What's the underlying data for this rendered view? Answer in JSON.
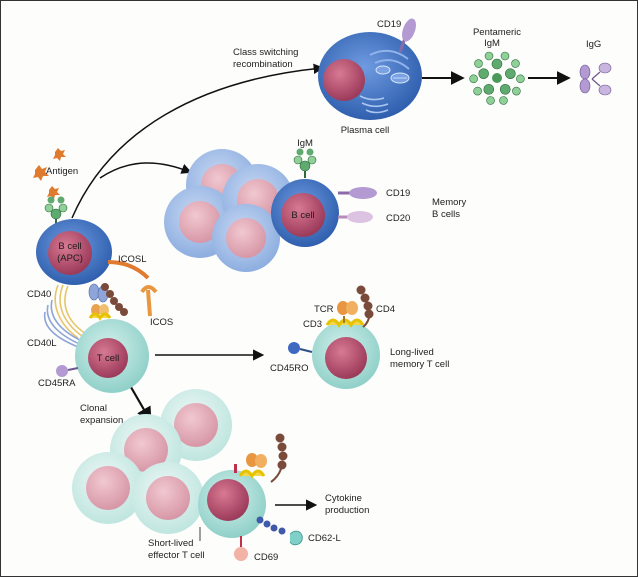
{
  "labels": {
    "class_switching_1": "Class switching",
    "class_switching_2": "recombination",
    "plasma_cell": "Plasma cell",
    "cd19_top": "CD19",
    "pentameric_1": "Pentameric",
    "pentameric_2": "IgM",
    "igg": "IgG",
    "antigen": "Antigen",
    "igm": "IgM",
    "b_cell": "B cell",
    "cd19_mem": "CD19",
    "cd20": "CD20",
    "memory_b_1": "Memory",
    "memory_b_2": "B cells",
    "b_cell_apc_1": "B cell",
    "b_cell_apc_2": "(APC)",
    "icosl": "ICOSL",
    "icos": "ICOS",
    "cd40": "CD40",
    "cd40l": "CD40L",
    "t_cell": "T cell",
    "cd45ra": "CD45RA",
    "tcr": "TCR",
    "cd4": "CD4",
    "cd3": "CD3",
    "long_lived_1": "Long-lived",
    "long_lived_2": "memory T cell",
    "cd45ro": "CD45RO",
    "clonal_1": "Clonal",
    "clonal_2": "expansion",
    "cytokine_1": "Cytokine",
    "cytokine_2": "production",
    "short_lived_1": "Short-lived",
    "short_lived_2": "effector T cell",
    "cd62l": "CD62-L",
    "cd69": "CD69"
  },
  "colors": {
    "b_cell_outer": "#4a78c4",
    "b_cell_inner": "#c0536f",
    "t_cell_outer": "#a9ddd7",
    "t_cell_inner": "#b35070",
    "memory_outer": "#a8c2e8",
    "nucleus_pink": "#e3aab5",
    "antibody_green": "#5faa6e",
    "antigen_orange": "#e07a2e",
    "receptor_purple": "#b39ad2"
  }
}
